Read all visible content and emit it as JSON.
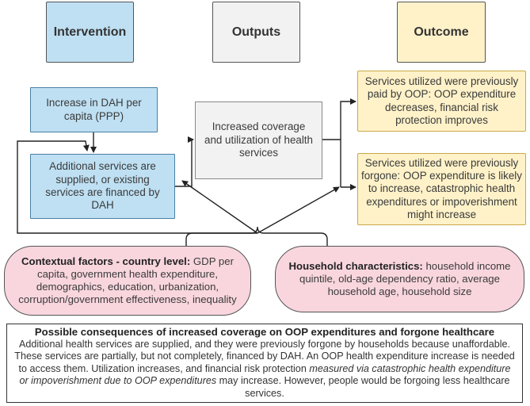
{
  "headers": {
    "intervention": "Intervention",
    "outputs": "Outputs",
    "outcome": "Outcome"
  },
  "intervention": {
    "dah_increase": "Increase in DAH per capita (PPP)",
    "additional_services": "Additional services are supplied, or existing services are financed by DAH"
  },
  "outputs": {
    "coverage": "Increased coverage and utilization of health services"
  },
  "outcome": {
    "previously_paid": "Services utilized were previously paid by OOP: OOP expenditure decreases, financial risk protection improves",
    "previously_forgone": "Services utilized were previously forgone: OOP expenditure is likely to increase, catastrophic health expenditures or impoverishment might increase"
  },
  "contextual": {
    "title": "Contextual factors - country level:",
    "text": " GDP per capita, government health expenditure, demographics, education, urbanization, corruption/government effectiveness, inequality"
  },
  "household": {
    "title": "Household characteristics:",
    "text": " household income quintile, old-age dependency ratio, average household age, household size"
  },
  "consequences": {
    "title": "Possible consequences of increased coverage on OOP expenditures and forgone healthcare",
    "body_part1": "Additional health services are supplied, and they were previously forgone by households because unaffordable. These services are partially, but not completely, financed by DAH. An OOP health expenditure increase is needed to access them. Utilization increases, and financial risk protection ",
    "body_italic": "measured via catastrophic health expenditure or impoverishment due to OOP expenditures",
    "body_part2": " may increase. However, people would be forgoing less healthcare services."
  },
  "colors": {
    "intervention_fill": "#bfe0f3",
    "outputs_fill": "#f2f2f2",
    "outcome_fill": "#fff2c9",
    "factors_fill": "#f9d6de"
  }
}
